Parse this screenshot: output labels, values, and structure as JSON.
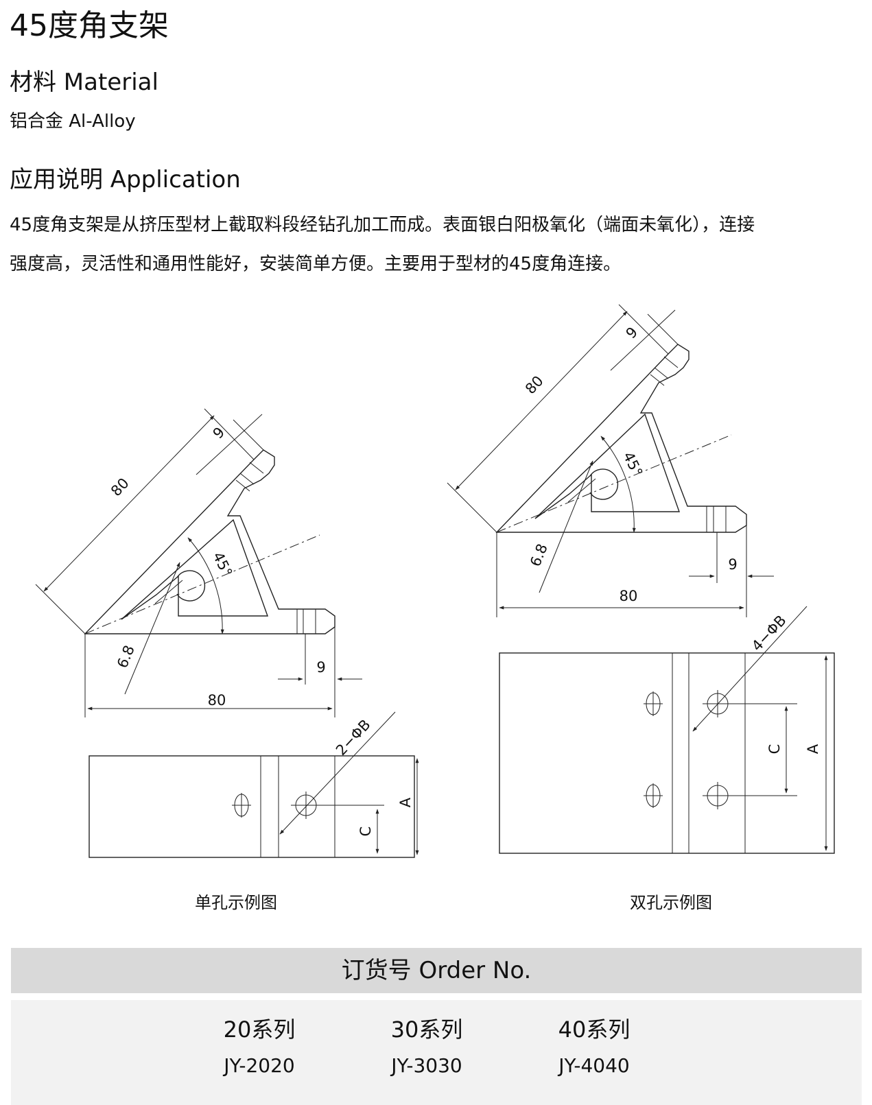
{
  "title": "45度角支架",
  "material": {
    "heading": "材料 Material",
    "value": "铝合金 Al-Alloy"
  },
  "application": {
    "heading": "应用说明 Application",
    "line1": "45度角支架是从挤压型材上截取料段经钻孔加工而成。表面银白阳极氧化（端面未氧化），连接",
    "line2": "强度高，灵活性和通用性能好，安装简单方便。主要用于型材的45度角连接。"
  },
  "drawing": {
    "dims": {
      "length": "80",
      "flange": "9",
      "angle": "45°",
      "radius": "6.8",
      "holes_single": "2−ΦB",
      "holes_double": "4−ΦB",
      "a": "A",
      "c": "C"
    },
    "caption_single": "单孔示例图",
    "caption_double": "双孔示例图"
  },
  "order": {
    "heading": "订货号 Order No.",
    "series": [
      {
        "name": "20系列",
        "code": "JY-2020"
      },
      {
        "name": "30系列",
        "code": "JY-3030"
      },
      {
        "name": "40系列",
        "code": "JY-4040"
      }
    ]
  }
}
